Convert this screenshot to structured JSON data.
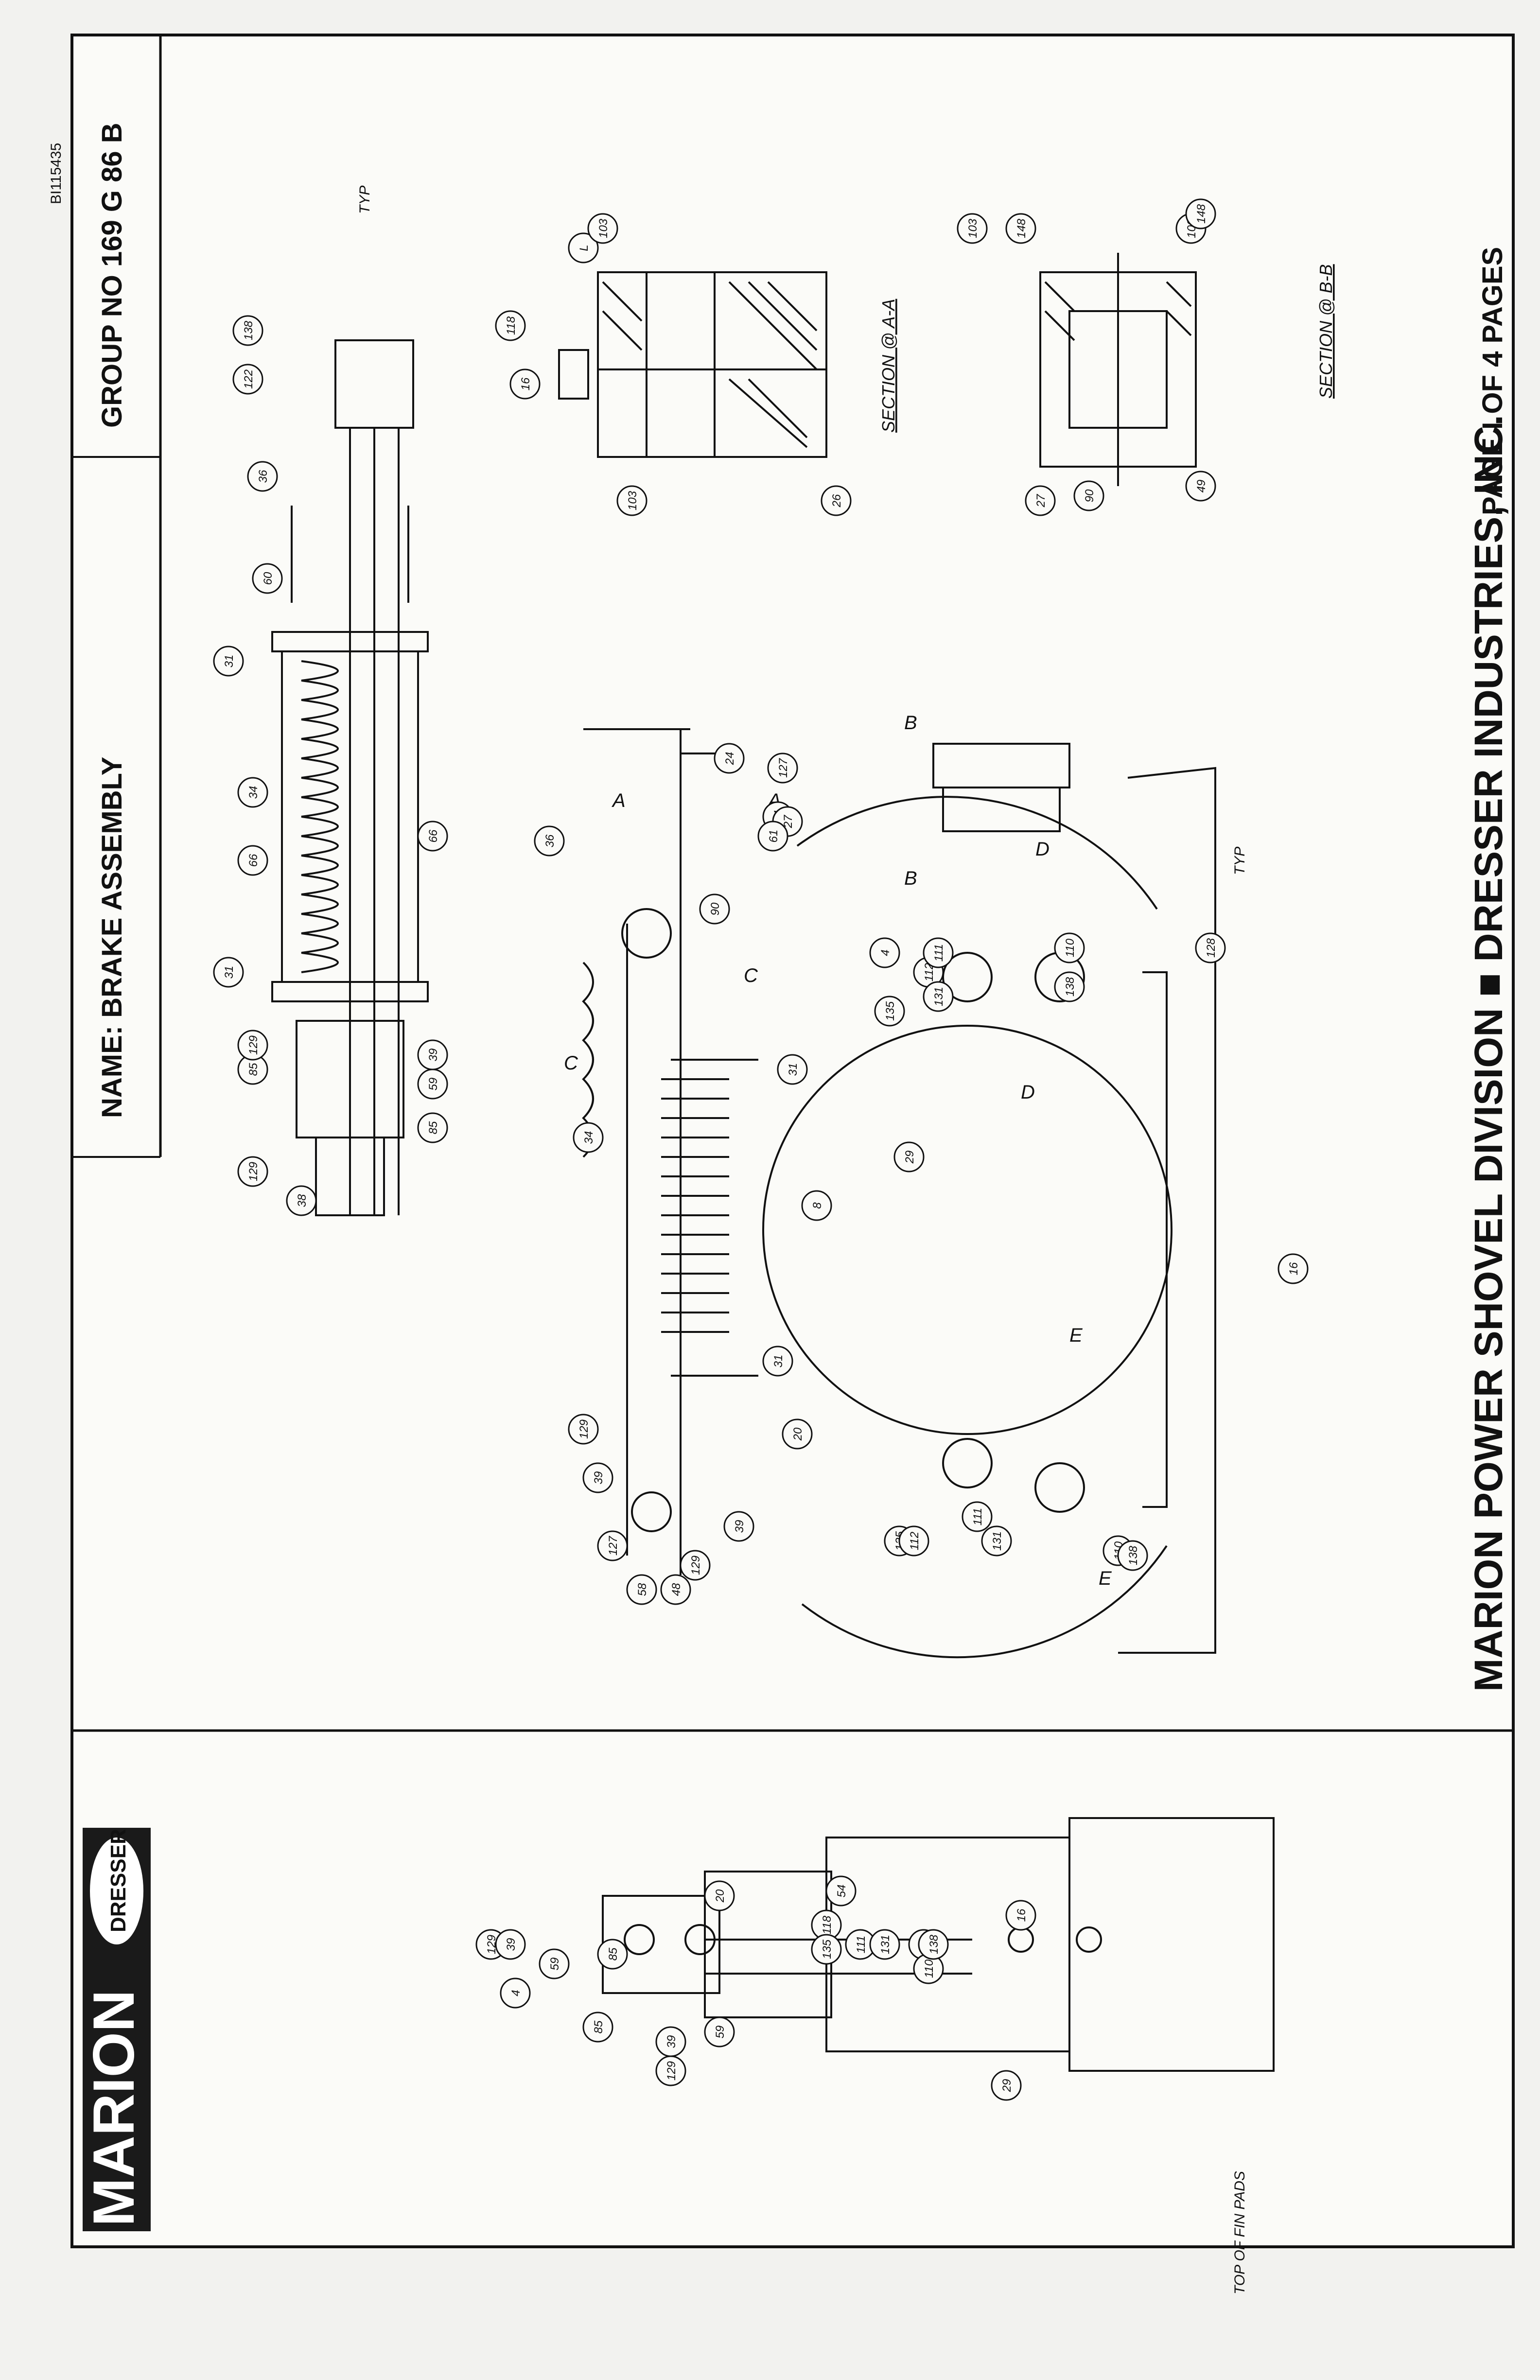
{
  "title_block": {
    "name": "NAME: BRAKE ASSEMBLY",
    "group": "GROUP NO 169 G 86 B",
    "doc_number": "BI115435"
  },
  "logo": {
    "marion": "MARION",
    "dresser": "DRESSER"
  },
  "footer": {
    "company": "MARION POWER SHOVEL DIVISION ■ DRESSER INDUSTRIES, INC.",
    "page": "PAGE I OF 4 PAGES"
  },
  "views": {
    "section_aa": "SECTION @ A-A",
    "section_bb": "SECTION @ B-B",
    "fin_pads": "TOP OF FIN PADS"
  },
  "section_markers": [
    "A",
    "A",
    "B",
    "B",
    "C",
    "C",
    "D",
    "D",
    "E",
    "E"
  ],
  "typ_labels": [
    "TYP",
    "TYP"
  ],
  "callouts": {
    "upper_assembly": [
      "129",
      "38",
      "85",
      "129",
      "39",
      "85",
      "59",
      "31",
      "66",
      "34",
      "31",
      "66",
      "60",
      "36",
      "122",
      "138"
    ],
    "section_aa": [
      "118",
      "16",
      "L",
      "103",
      "103",
      "26"
    ],
    "section_bb": [
      "103",
      "148",
      "103",
      "148",
      "27",
      "90",
      "49"
    ],
    "main_view": [
      "36",
      "24",
      "127",
      "64",
      "27",
      "90",
      "61",
      "4",
      "135",
      "112",
      "131",
      "111",
      "110",
      "138",
      "128",
      "31",
      "34",
      "8",
      "29",
      "16",
      "129",
      "39",
      "20",
      "31",
      "58",
      "48",
      "127",
      "39",
      "129",
      "135",
      "112",
      "131",
      "111",
      "110",
      "138"
    ],
    "side_view": [
      "4",
      "129",
      "39",
      "59",
      "85",
      "85",
      "39",
      "129",
      "59",
      "20",
      "118",
      "135",
      "54",
      "111",
      "131",
      "29",
      "110",
      "138",
      "29",
      "16"
    ]
  }
}
